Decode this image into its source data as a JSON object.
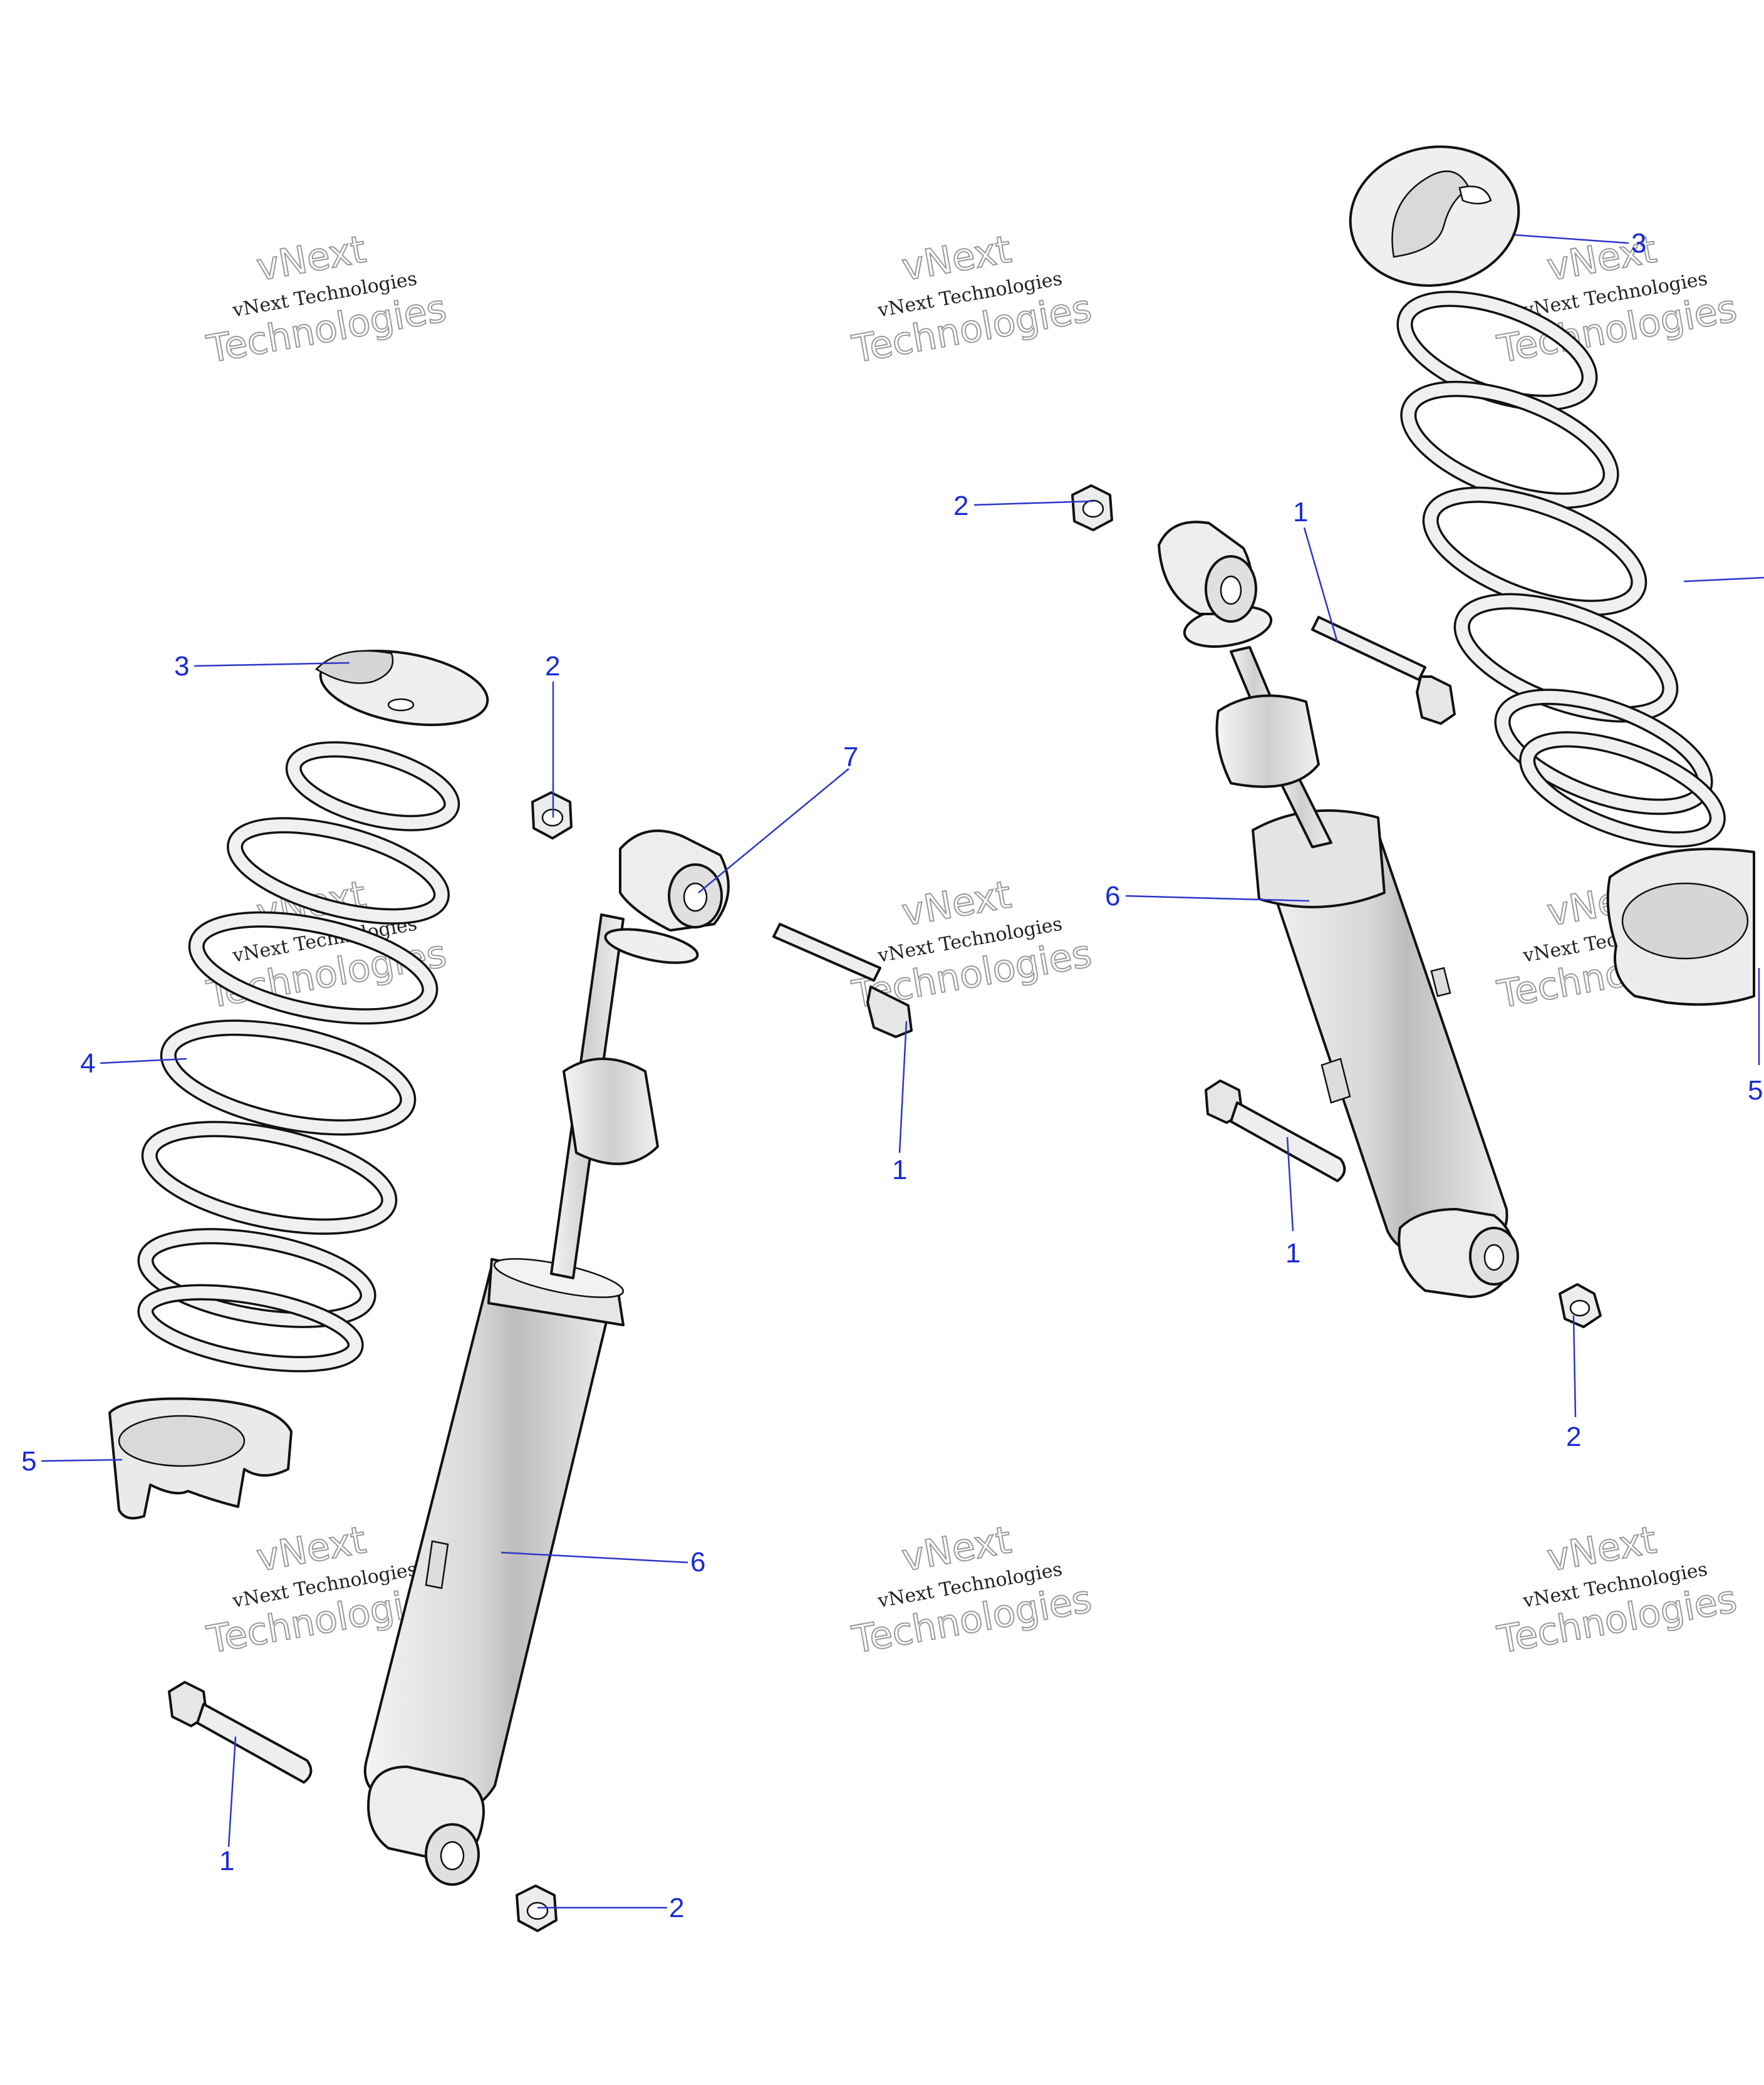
{
  "watermark": {
    "company": "vNext Technologies",
    "word_a": "vNext",
    "word_b": "Technologies"
  },
  "parts": {
    "bolt": "1",
    "nut": "2",
    "spring_retainer": "3",
    "coil_spring": "4",
    "spring_seat": "5",
    "shock_absorber": "6",
    "bushing": "7"
  },
  "colors": {
    "callout": "#1a2bd4",
    "line": "#111111",
    "fill": "#ececec",
    "shade": "#c9c9c9"
  }
}
